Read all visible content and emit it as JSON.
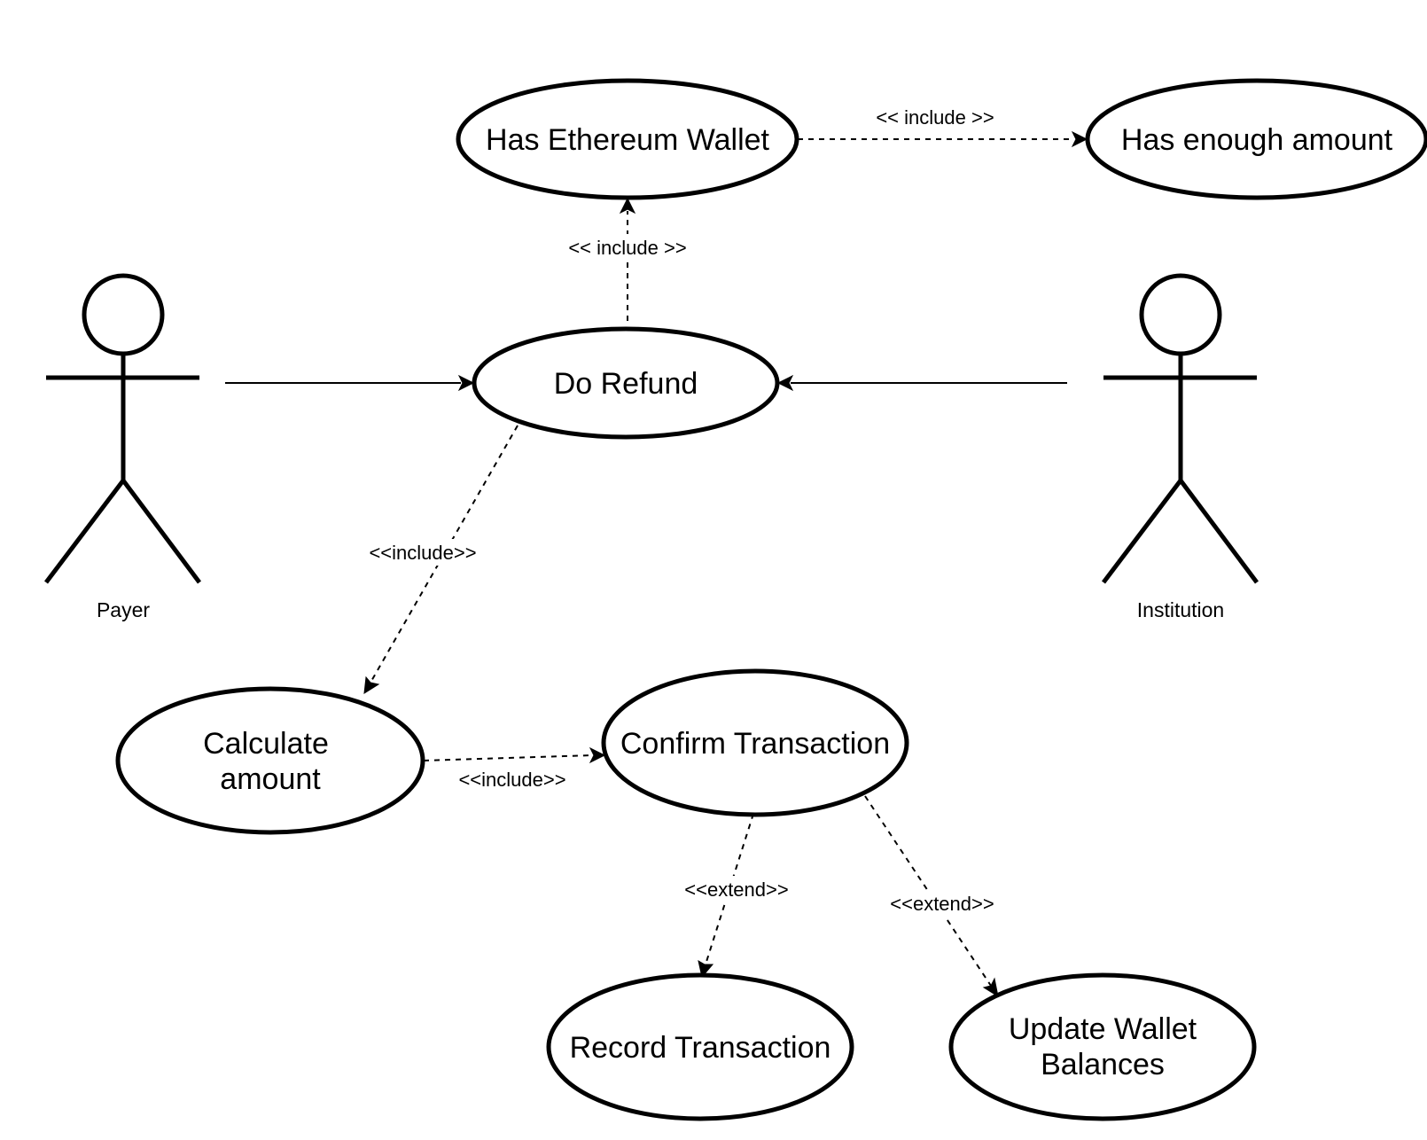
{
  "use_cases": {
    "has_wallet": "Has Ethereum Wallet",
    "has_amount": "Has enough amount",
    "do_refund": "Do Refund",
    "calculate_line1": "Calculate",
    "calculate_line2": "amount",
    "confirm": "Confirm Transaction",
    "record": "Record Transaction",
    "update_line1": "Update Wallet",
    "update_line2": "Balances"
  },
  "actors": {
    "payer": "Payer",
    "institution": "Institution"
  },
  "edges": {
    "wallet_to_amount": "<< include >>",
    "refund_to_wallet": "<< include >>",
    "refund_to_calculate": "<<include>>",
    "calculate_to_confirm": "<<include>>",
    "confirm_to_record": "<<extend>>",
    "confirm_to_update": "<<extend>>"
  },
  "colors": {
    "stroke": "#000000",
    "background": "#ffffff"
  }
}
